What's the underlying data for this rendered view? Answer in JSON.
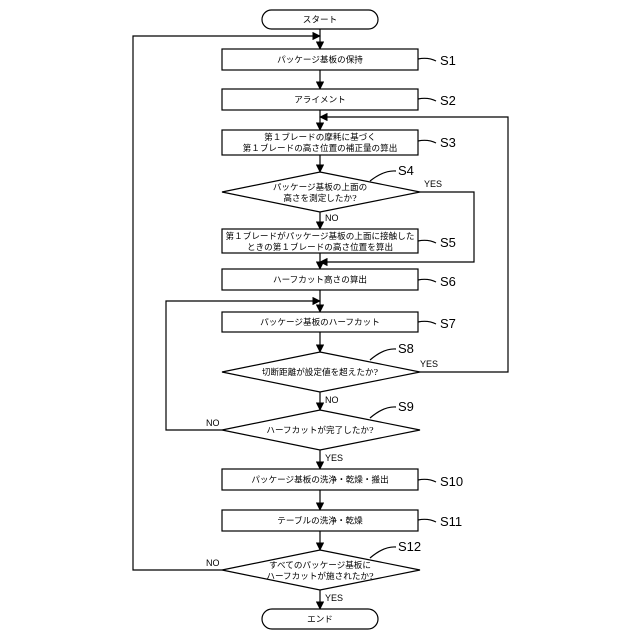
{
  "nodes": {
    "start": "スタート",
    "s1": "パッケージ基板の保持",
    "s2": "アライメント",
    "s3_line1": "第１ブレードの摩耗に基づく",
    "s3_line2": "第１ブレードの高さ位置の補正量の算出",
    "s4_line1": "パッケージ基板の上面の",
    "s4_line2": "高さを測定したか?",
    "s5_line1": "第１ブレードがパッケージ基板の上面に接触した",
    "s5_line2": "ときの第１ブレードの高さ位置を算出",
    "s6": "ハーフカット高さの算出",
    "s7": "パッケージ基板のハーフカット",
    "s8": "切断距離が設定値を超えたか?",
    "s9": "ハーフカットが完了したか?",
    "s10": "パッケージ基板の洗浄・乾燥・搬出",
    "s11": "テーブルの洗浄・乾燥",
    "s12_line1": "すべてのパッケージ基板に",
    "s12_line2": "ハーフカットが施されたか?",
    "end": "エンド"
  },
  "steps": {
    "s1": "S1",
    "s2": "S2",
    "s3": "S3",
    "s4": "S4",
    "s5": "S5",
    "s6": "S6",
    "s7": "S7",
    "s8": "S8",
    "s9": "S9",
    "s10": "S10",
    "s11": "S11",
    "s12": "S12"
  },
  "branches": {
    "s4_yes": "YES",
    "s4_no": "NO",
    "s8_yes": "YES",
    "s8_no": "NO",
    "s9_no": "NO",
    "s9_yes": "YES",
    "s12_no": "NO",
    "s12_yes": "YES"
  }
}
